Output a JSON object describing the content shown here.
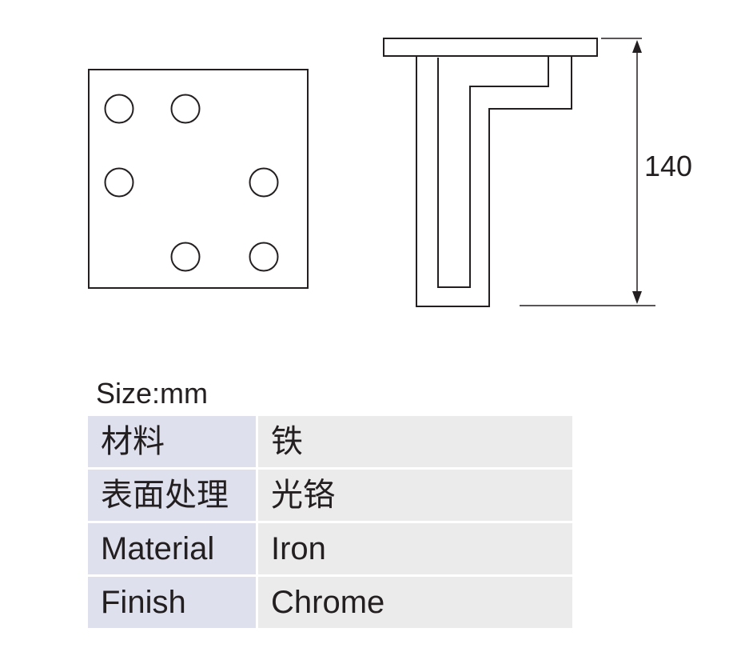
{
  "drawing": {
    "height_dimension": "140",
    "line_color": "#231f20"
  },
  "size_label": "Size:mm",
  "spec_table": {
    "key_bg": "#dfe0ed",
    "value_bg": "#ebebeb",
    "rows": [
      {
        "key": "材料",
        "value": "铁"
      },
      {
        "key": "表面处理",
        "value": "光铬"
      },
      {
        "key": "Material",
        "value": "Iron"
      },
      {
        "key": "Finish",
        "value": "Chrome"
      }
    ]
  }
}
